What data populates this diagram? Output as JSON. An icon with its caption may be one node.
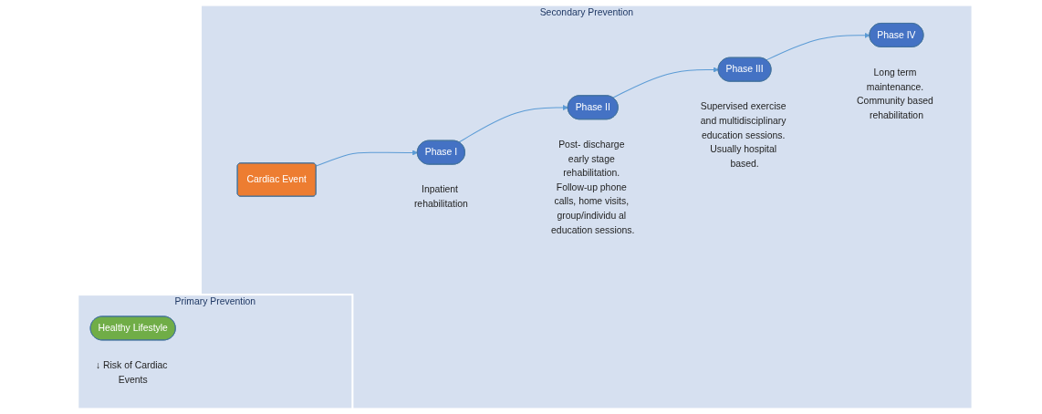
{
  "diagram": {
    "nodes": [
      {
        "text": [
          "Primary Prevention"
        ]
      },
      {
        "text": [
          "Healthy Lifestyle"
        ],
        "in": 0,
        "beside": [
          "↓ Risk of Cardiac Events"
        ]
      },
      {
        "text": [
          "Secondary Prevention"
        ]
      },
      {
        "text": [
          "Cardiac Event"
        ],
        "in": 2
      },
      {
        "text": [
          "Phase I"
        ],
        "in": 2,
        "beside": [
          "Inpatient rehabilitation"
        ]
      },
      {
        "text": [
          "Phase II"
        ],
        "in": 2,
        "beside": [
          "Post- discharge early stage rehabilitation. Follow-up phone calls, home visits, group/individu al education sessions."
        ]
      },
      {
        "text": [
          "Phase III"
        ],
        "in": 2,
        "beside": [
          "Supervised exercise and multidisciplinary education sessions. Usually hospital based."
        ]
      },
      {
        "text": [
          "Phase IV"
        ],
        "in": 2,
        "beside": [
          "Long term maintenance. Community based rehabilitation"
        ]
      }
    ],
    "edges": [
      {
        "from": 3,
        "to": 4,
        "arrow": "to"
      },
      {
        "from": 4,
        "to": 5,
        "arrow": "to"
      },
      {
        "from": 5,
        "to": 6,
        "arrow": "to"
      },
      {
        "from": 6,
        "to": 7,
        "arrow": "to"
      }
    ]
  }
}
